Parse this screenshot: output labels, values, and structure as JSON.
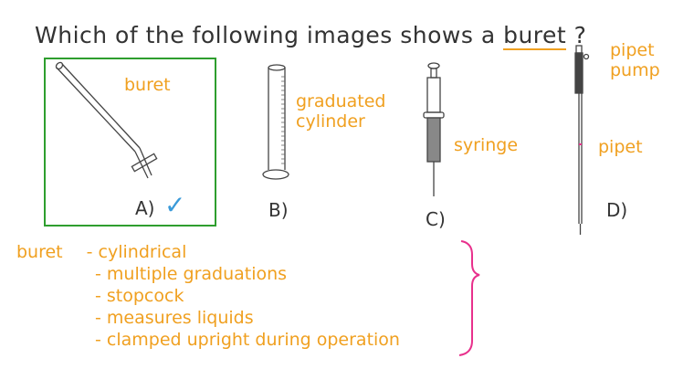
{
  "question": {
    "prefix": "Which of the following images shows a ",
    "keyword": "buret",
    "suffix": " ?"
  },
  "options": [
    {
      "letter": "A)",
      "label": "buret",
      "correct": true,
      "mark": "✓"
    },
    {
      "letter": "B)",
      "label_lines": [
        "graduated",
        "cylinder"
      ]
    },
    {
      "letter": "C)",
      "label": "syringe"
    },
    {
      "letter": "D)",
      "label_pump_lines": [
        "pipet",
        "pump"
      ],
      "label": "pipet"
    }
  ],
  "notes": {
    "term": "buret",
    "points": [
      "- cylindrical",
      "- multiple graduations",
      "- stopcock",
      "- measures liquids",
      "- clamped upright during operation"
    ]
  },
  "colors": {
    "accent": "#f0a020",
    "correct_box": "#2e9e2e",
    "check": "#3a9ad9",
    "brace": "#e8308c",
    "text": "#333333"
  }
}
